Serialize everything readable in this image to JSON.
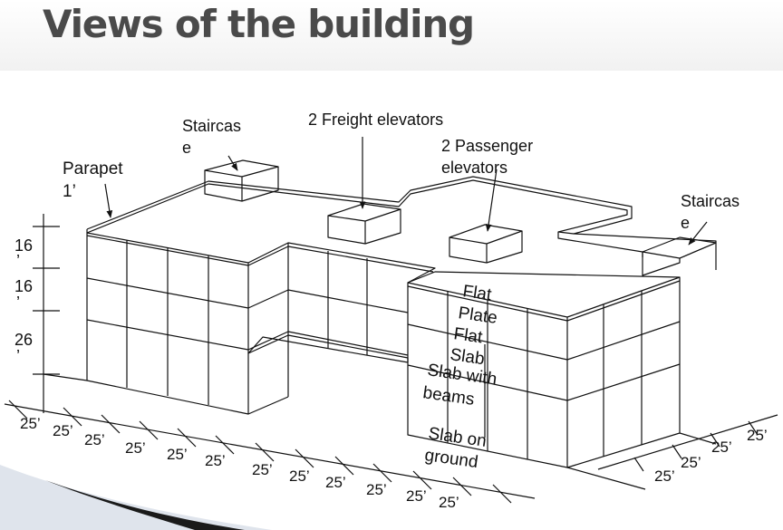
{
  "title": "Views of the building",
  "labels": {
    "staircase_left": [
      "Staircas",
      "e"
    ],
    "freight": "2 Freight elevators",
    "passenger": [
      "2 Passenger",
      "elevators"
    ],
    "parapet": [
      "Parapet",
      "1’"
    ],
    "staircase_right": [
      "Staircas",
      "e"
    ],
    "flat_plate": [
      "Flat",
      "Plate"
    ],
    "flat_slab": [
      "Flat",
      "Slab"
    ],
    "slab_beams": [
      "Slab with",
      "beams"
    ],
    "slab_ground": [
      "Slab on",
      "ground"
    ]
  },
  "story_heights": [
    [
      "16",
      "’"
    ],
    [
      "16",
      "’"
    ],
    [
      "26",
      "’"
    ]
  ],
  "bay_dims_front": [
    "25’",
    "25’",
    "25’",
    "25’",
    "25’",
    "25’",
    "25’",
    "25’",
    "25’",
    "25’",
    "25’",
    "25’"
  ],
  "bay_dims_side": [
    "25’",
    "25’",
    "25’",
    "25’"
  ],
  "colors": {
    "ink": "#111111",
    "title": "#4a4a4a"
  }
}
